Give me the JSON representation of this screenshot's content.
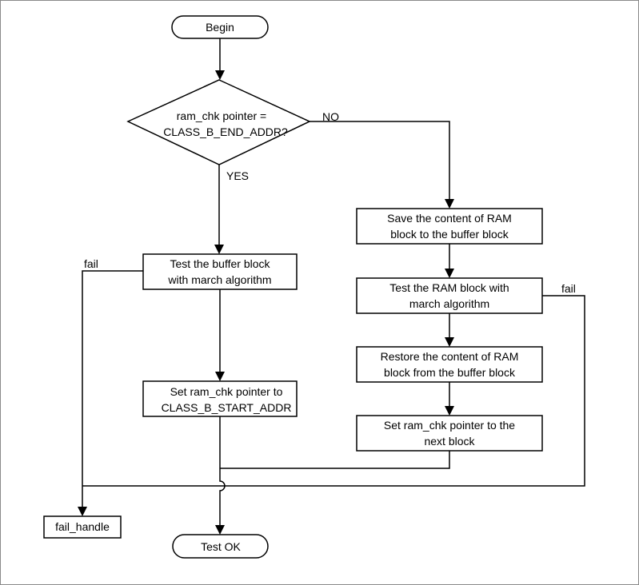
{
  "flowchart": {
    "begin": "Begin",
    "decision": {
      "line1": "ram_chk pointer =",
      "line2": "CLASS_B_END_ADDR?"
    },
    "labels": {
      "no": "NO",
      "yes": "YES",
      "fail_left": "fail",
      "fail_right": "fail"
    },
    "left": {
      "test_buffer": {
        "line1": "Test the buffer block",
        "line2": "with march algorithm"
      },
      "set_start": {
        "line1": "Set ram_chk pointer to",
        "line2": "CLASS_B_START_ADDR"
      }
    },
    "right": {
      "save": {
        "line1": "Save the content of RAM",
        "line2": "block to the buffer block"
      },
      "test_ram": {
        "line1": "Test the RAM block with",
        "line2": "march algorithm"
      },
      "restore": {
        "line1": "Restore the content of RAM",
        "line2": "block from the buffer block"
      },
      "set_next": {
        "line1": "Set ram_chk pointer to the",
        "line2": "next block"
      }
    },
    "fail_handle": "fail_handle",
    "test_ok": "Test OK"
  }
}
